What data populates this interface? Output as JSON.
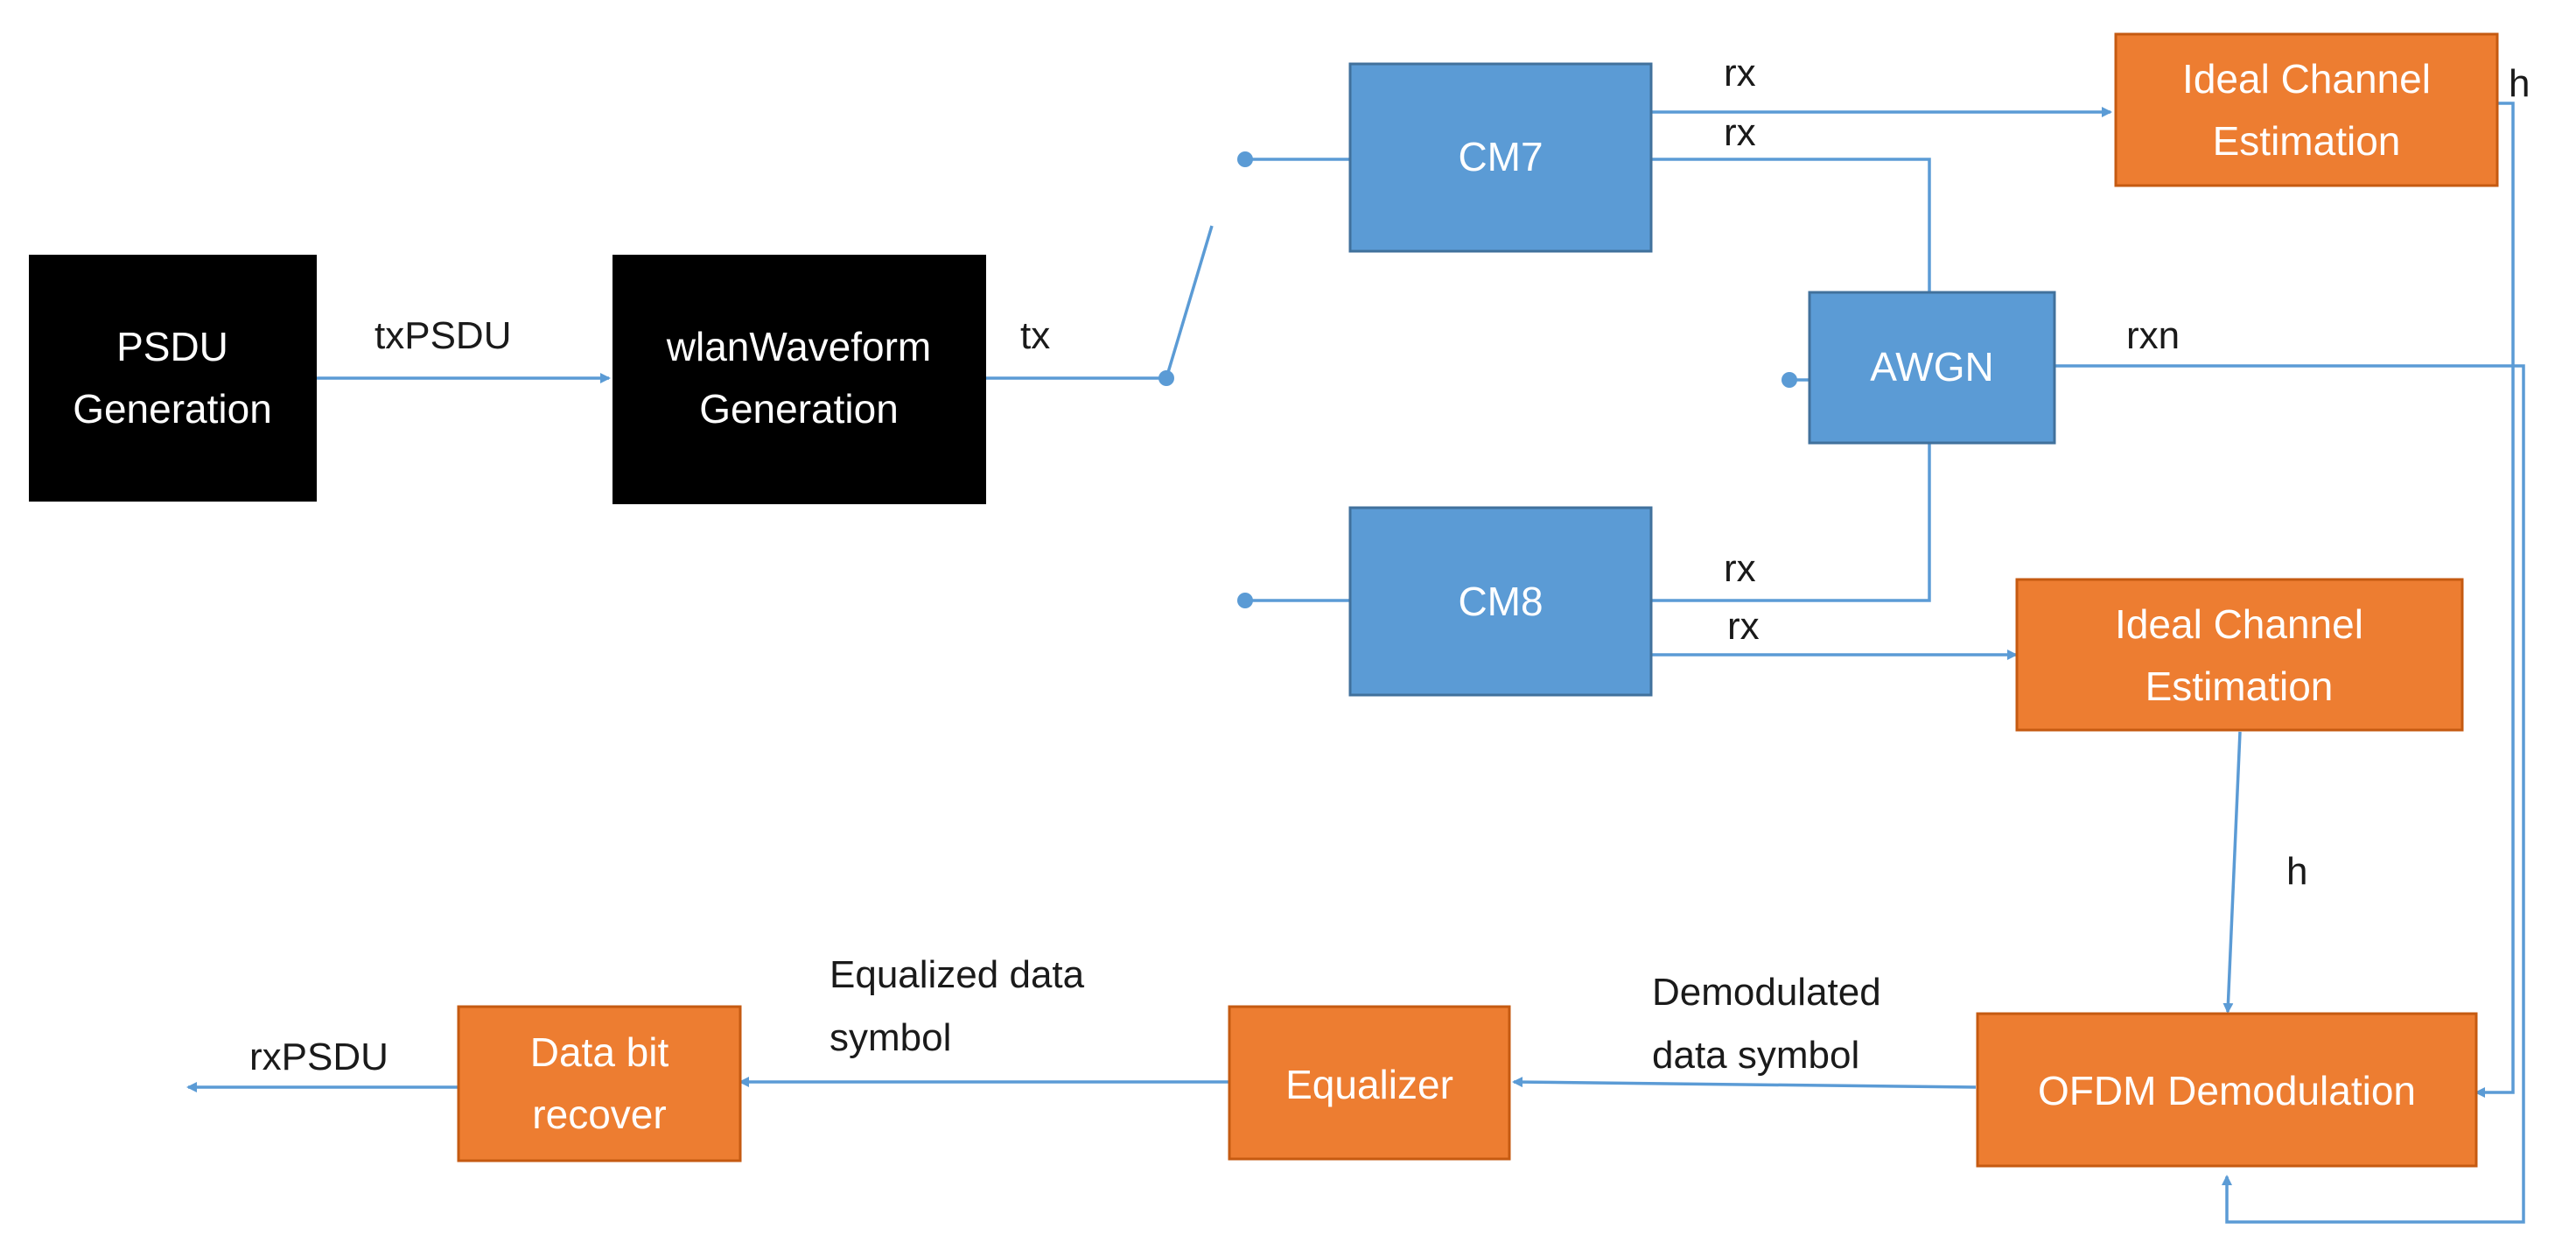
{
  "colors": {
    "black_block": "#000000",
    "blue_block": "#5b9bd5",
    "orange_block": "#ed7d31",
    "wire": "#5b9bd5"
  },
  "blocks": {
    "psdu_gen": {
      "line1": "PSDU",
      "line2": "Generation"
    },
    "wlan_wave": {
      "line1": "wlanWaveform",
      "line2": "Generation"
    },
    "cm7": {
      "line1": "CM7"
    },
    "cm8": {
      "line1": "CM8"
    },
    "awgn": {
      "line1": "AWGN"
    },
    "ice_top": {
      "line1": "Ideal Channel",
      "line2": "Estimation"
    },
    "ice_mid": {
      "line1": "Ideal Channel",
      "line2": "Estimation"
    },
    "ofdm": {
      "line1": "OFDM Demodulation"
    },
    "equalizer": {
      "line1": "Equalizer"
    },
    "data_bit": {
      "line1": "Data bit",
      "line2": "recover"
    }
  },
  "labels": {
    "txpsdu": "txPSDU",
    "tx": "tx",
    "rx_cm7_a": "rx",
    "rx_cm7_b": "rx",
    "h_top": "h",
    "rxn": "rxn",
    "rx_cm8_a": "rx",
    "rx_cm8_b": "rx",
    "h_mid": "h",
    "demod_1": "Demodulated",
    "demod_2": "data symbol",
    "eq_1": "Equalized data",
    "eq_2": "symbol",
    "rxpsdu": "rxPSDU"
  }
}
